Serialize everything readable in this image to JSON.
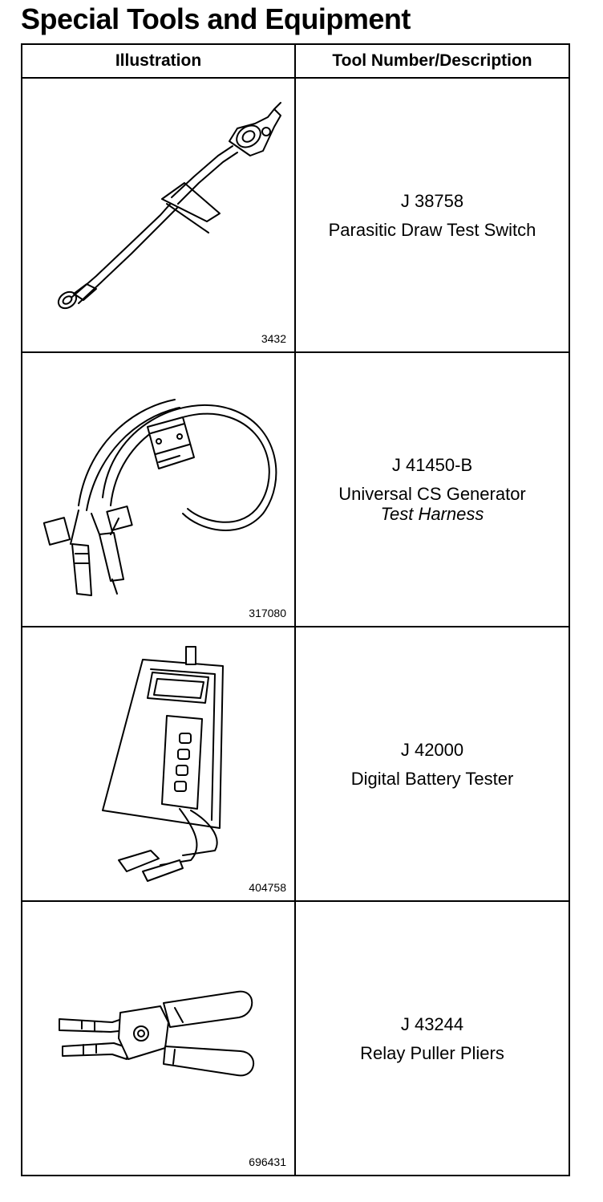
{
  "title": "Special Tools and Equipment",
  "headers": {
    "illustration": "Illustration",
    "description": "Tool Number/Description"
  },
  "tools": [
    {
      "figure_number": "3432",
      "tool_number": "J 38758",
      "description": "Parasitic Draw Test Switch",
      "icon": "parasitic-draw-test-switch-illustration"
    },
    {
      "figure_number": "317080",
      "tool_number": "J 41450-B",
      "description": "Universal CS Generator",
      "description_line2": "Test Harness",
      "icon": "generator-test-harness-illustration"
    },
    {
      "figure_number": "404758",
      "tool_number": "J 42000",
      "description": "Digital Battery Tester",
      "icon": "digital-battery-tester-illustration"
    },
    {
      "figure_number": "696431",
      "tool_number": "J 43244",
      "description": "Relay Puller Pliers",
      "icon": "relay-puller-pliers-illustration"
    }
  ]
}
